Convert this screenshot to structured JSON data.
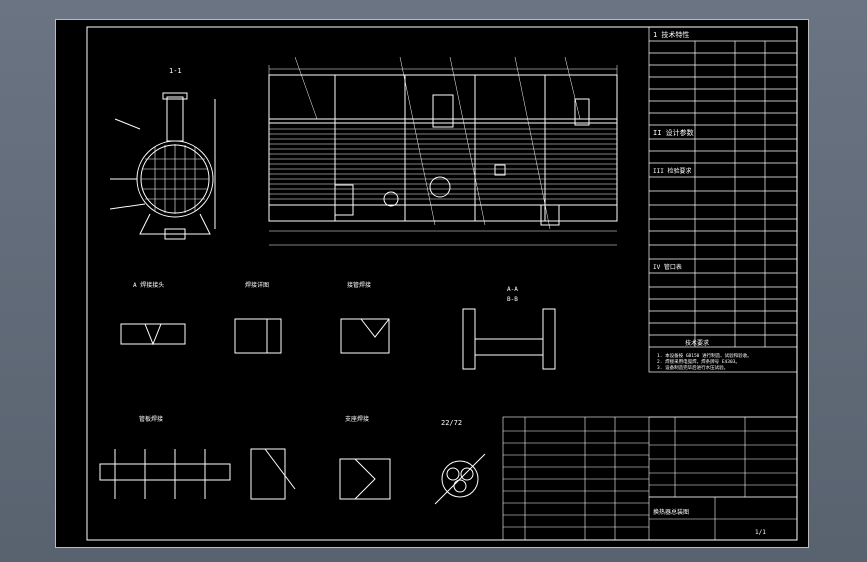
{
  "drawing": {
    "title": "1-1",
    "section_labels": {
      "a": "A-A",
      "b": "B-B"
    },
    "detail_labels": {
      "weld_a": "A 焊接接头",
      "weld_b": "焊接详图",
      "weld_c": "接管焊接",
      "weld_d": "管板焊接",
      "weld_e": "支座焊接",
      "pattern": "22/72"
    }
  },
  "tables": {
    "design_data_title": "1 技术特性",
    "design_title": "II 设计参数",
    "inspection_title": "III 检验要求",
    "nozzle_title": "IV 管口表",
    "notes_title": "技术要求",
    "notes": [
      "1. 本设备按 GB150 进行制造、试验和验收。",
      "2. 焊接采用电弧焊，焊条牌号 E4303。",
      "3. 设备制造完毕后进行水压试验。"
    ],
    "title_block": {
      "name": "换热器总装图",
      "sheet": "1/1"
    }
  },
  "colors": {
    "background": "#000000",
    "lines": "#ffffff",
    "desktop": "#5b6573"
  }
}
